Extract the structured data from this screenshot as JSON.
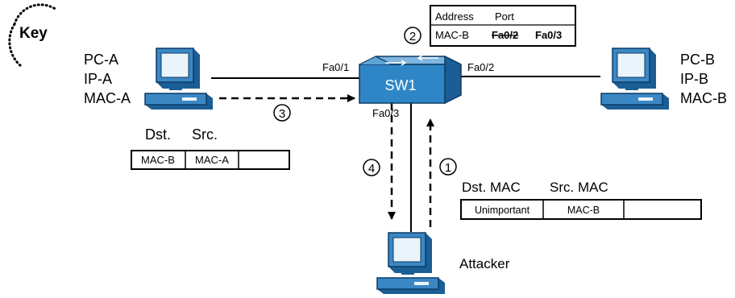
{
  "key": {
    "label": "Key"
  },
  "pc_a": {
    "name": "PC-A",
    "ip": "IP-A",
    "mac": "MAC-A"
  },
  "pc_b": {
    "name": "PC-B",
    "ip": "IP-B",
    "mac": "MAC-B"
  },
  "switch": {
    "name": "SW1",
    "ports": {
      "left": "Fa0/1",
      "right": "Fa0/2",
      "bottom": "Fa0/3"
    }
  },
  "attacker": {
    "name": "Attacker"
  },
  "mac_table": {
    "headers": [
      "Address",
      "Port"
    ],
    "address": "MAC-B",
    "old_port": "Fa0/2",
    "new_port": "Fa0/3"
  },
  "steps": [
    "1",
    "2",
    "3",
    "4"
  ],
  "frame_pc_a": {
    "dst_header": "Dst.",
    "src_header": "Src.",
    "dst": "MAC-B",
    "src": "MAC-A"
  },
  "frame_attacker": {
    "dst_header": "Dst. MAC",
    "src_header": "Src. MAC",
    "dst": "Unimportant",
    "src": "MAC-B"
  },
  "colors": {
    "device": "#3b87c4",
    "device_dark": "#1b5d95",
    "screen": "#eaf4fb",
    "switch": "#2f86c6"
  }
}
